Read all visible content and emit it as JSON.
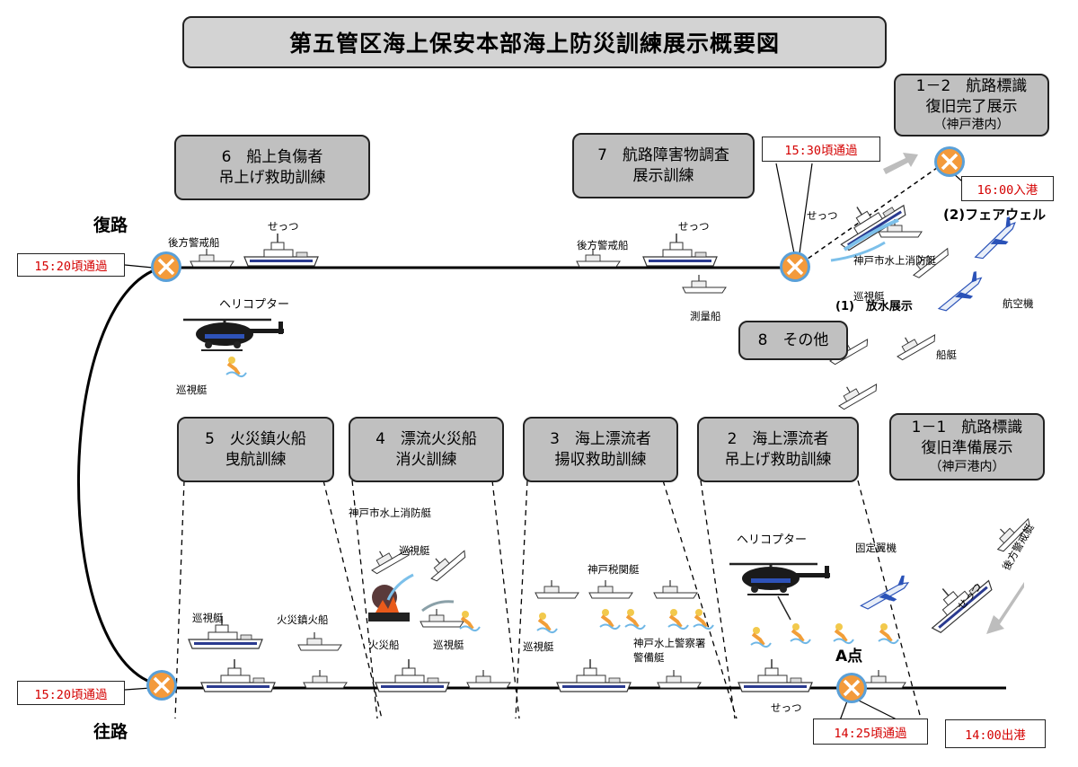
{
  "title": "第五管区海上保安本部海上防災訓練展示概要図",
  "boxes": {
    "b11": {
      "line1": "1－1　航路標識",
      "line2": "復旧準備展示",
      "line3": "（神戸港内）"
    },
    "b12": {
      "line1": "1－2　航路標識",
      "line2": "復旧完了展示",
      "line3": "（神戸港内）"
    },
    "b2": {
      "line1": "2　海上漂流者",
      "line2": "吊上げ救助訓練"
    },
    "b3": {
      "line1": "3　海上漂流者",
      "line2": "揚収救助訓練"
    },
    "b4": {
      "line1": "4　漂流火災船",
      "line2": "消火訓練"
    },
    "b5": {
      "line1": "5　火災鎮火船",
      "line2": "曳航訓練"
    },
    "b6": {
      "line1": "6　船上負傷者",
      "line2": "吊上げ救助訓練"
    },
    "b7": {
      "line1": "7　航路障害物調査",
      "line2": "展示訓練"
    },
    "b8": {
      "line1": "8　その他"
    }
  },
  "times": {
    "t1400out": "14:00出港",
    "t1425": "14:25頃通過",
    "t1520a": "15:20頃通過",
    "t1520b": "15:20頃通過",
    "t1530": "15:30頃通過",
    "t1600": "16:00入港"
  },
  "routes": {
    "outbound": "往路",
    "return": "復路"
  },
  "labels": {
    "point_a": "A点",
    "farewell": "(2)フェアウェル",
    "water_show": "(1)　放水展示",
    "settsu_top1": "せっつ",
    "settsu_top2": "せっつ",
    "settsu_nw": "せっつ",
    "settsu_bottom": "せっつ",
    "settsu_right": "せっつ",
    "rear_guard1": "後方警戒船",
    "rear_guard2": "後方警戒船",
    "rear_guard3": "後方警戒艇",
    "heli_top": "ヘリコプター",
    "heli_bottom": "ヘリコプター",
    "patrol_top": "巡視艇",
    "survey": "測量船",
    "kobe_fire_top": "神戸市水上消防艇",
    "patrol_right": "巡視艇",
    "aircraft": "航空機",
    "boats": "船艇",
    "fixed_wing": "固定翼機",
    "kobe_fire_bottom": "神戸市水上消防艇",
    "patrol_4a": "巡視艇",
    "fire_ship": "火災船",
    "patrol_4b": "巡視艇",
    "patrol_5": "巡視艇",
    "extinguished": "火災鎮火船",
    "customs": "神戸税関艇",
    "patrol_3": "巡視艇",
    "police1": "神戸水上警察署",
    "police2": "警備艇"
  },
  "colors": {
    "time_text": "#d40000",
    "marker_fill": "#f39a3b",
    "marker_ring": "#5aa0d8",
    "box_fill": "#c0c0c0"
  }
}
